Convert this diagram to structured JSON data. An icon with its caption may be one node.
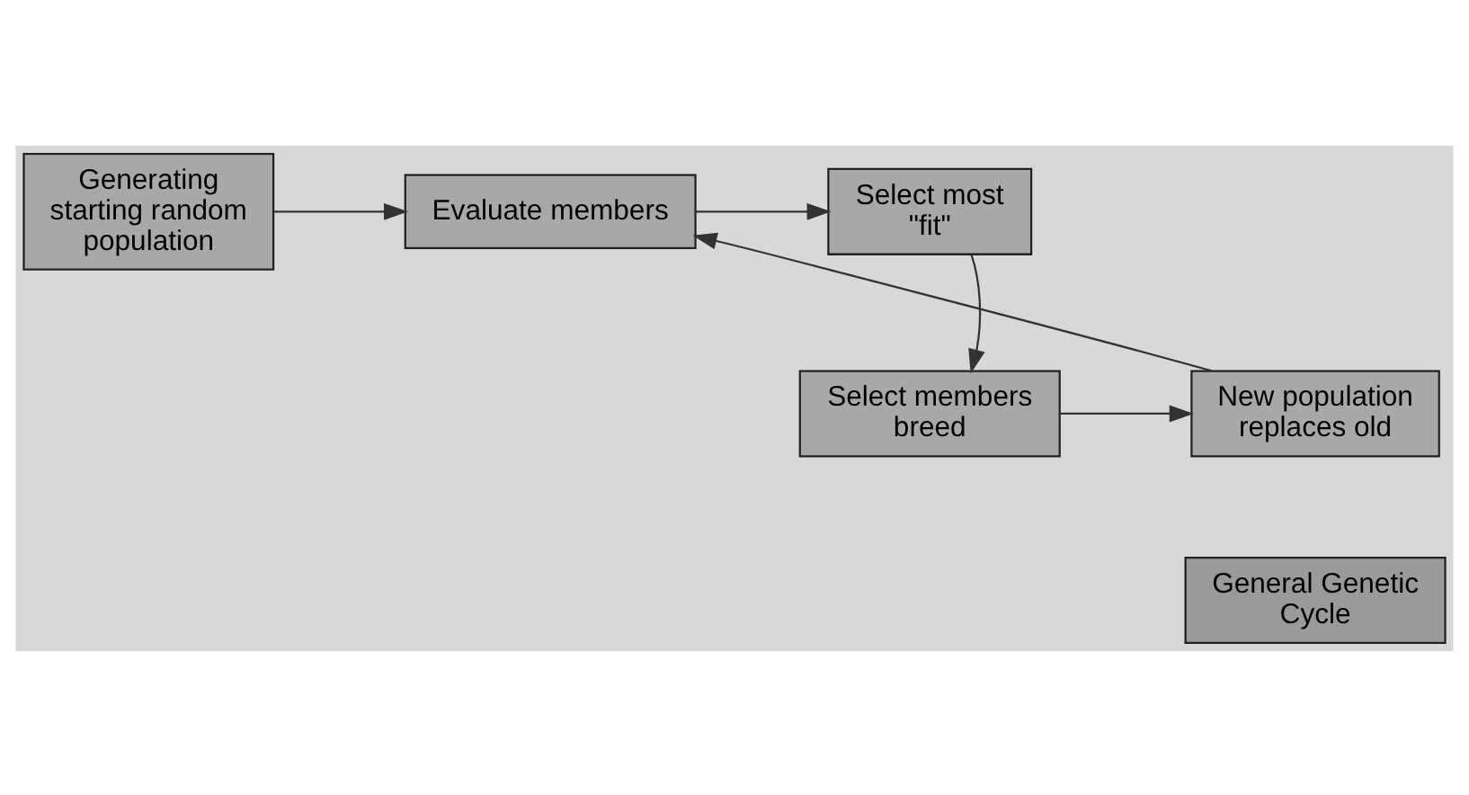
{
  "diagram": {
    "nodes": [
      {
        "text": [
          "Generating starting random population"
        ]
      },
      {
        "text": [
          "Evaluate members"
        ]
      },
      {
        "text": [
          "Select most \"fit\""
        ]
      },
      {
        "text": [
          "Select members breed"
        ]
      },
      {
        "text": [
          "New population replaces old"
        ]
      },
      {
        "text": [
          "General Genetic Cycle"
        ]
      }
    ],
    "edges": [
      {
        "from": 0,
        "to": 1,
        "arrow": "to"
      },
      {
        "from": 1,
        "to": 2,
        "arrow": "to"
      },
      {
        "from": 2,
        "to": 3,
        "arrow": "to"
      },
      {
        "from": 3,
        "to": 4,
        "arrow": "to"
      },
      {
        "from": 4,
        "to": 1,
        "arrow": "to"
      }
    ]
  }
}
